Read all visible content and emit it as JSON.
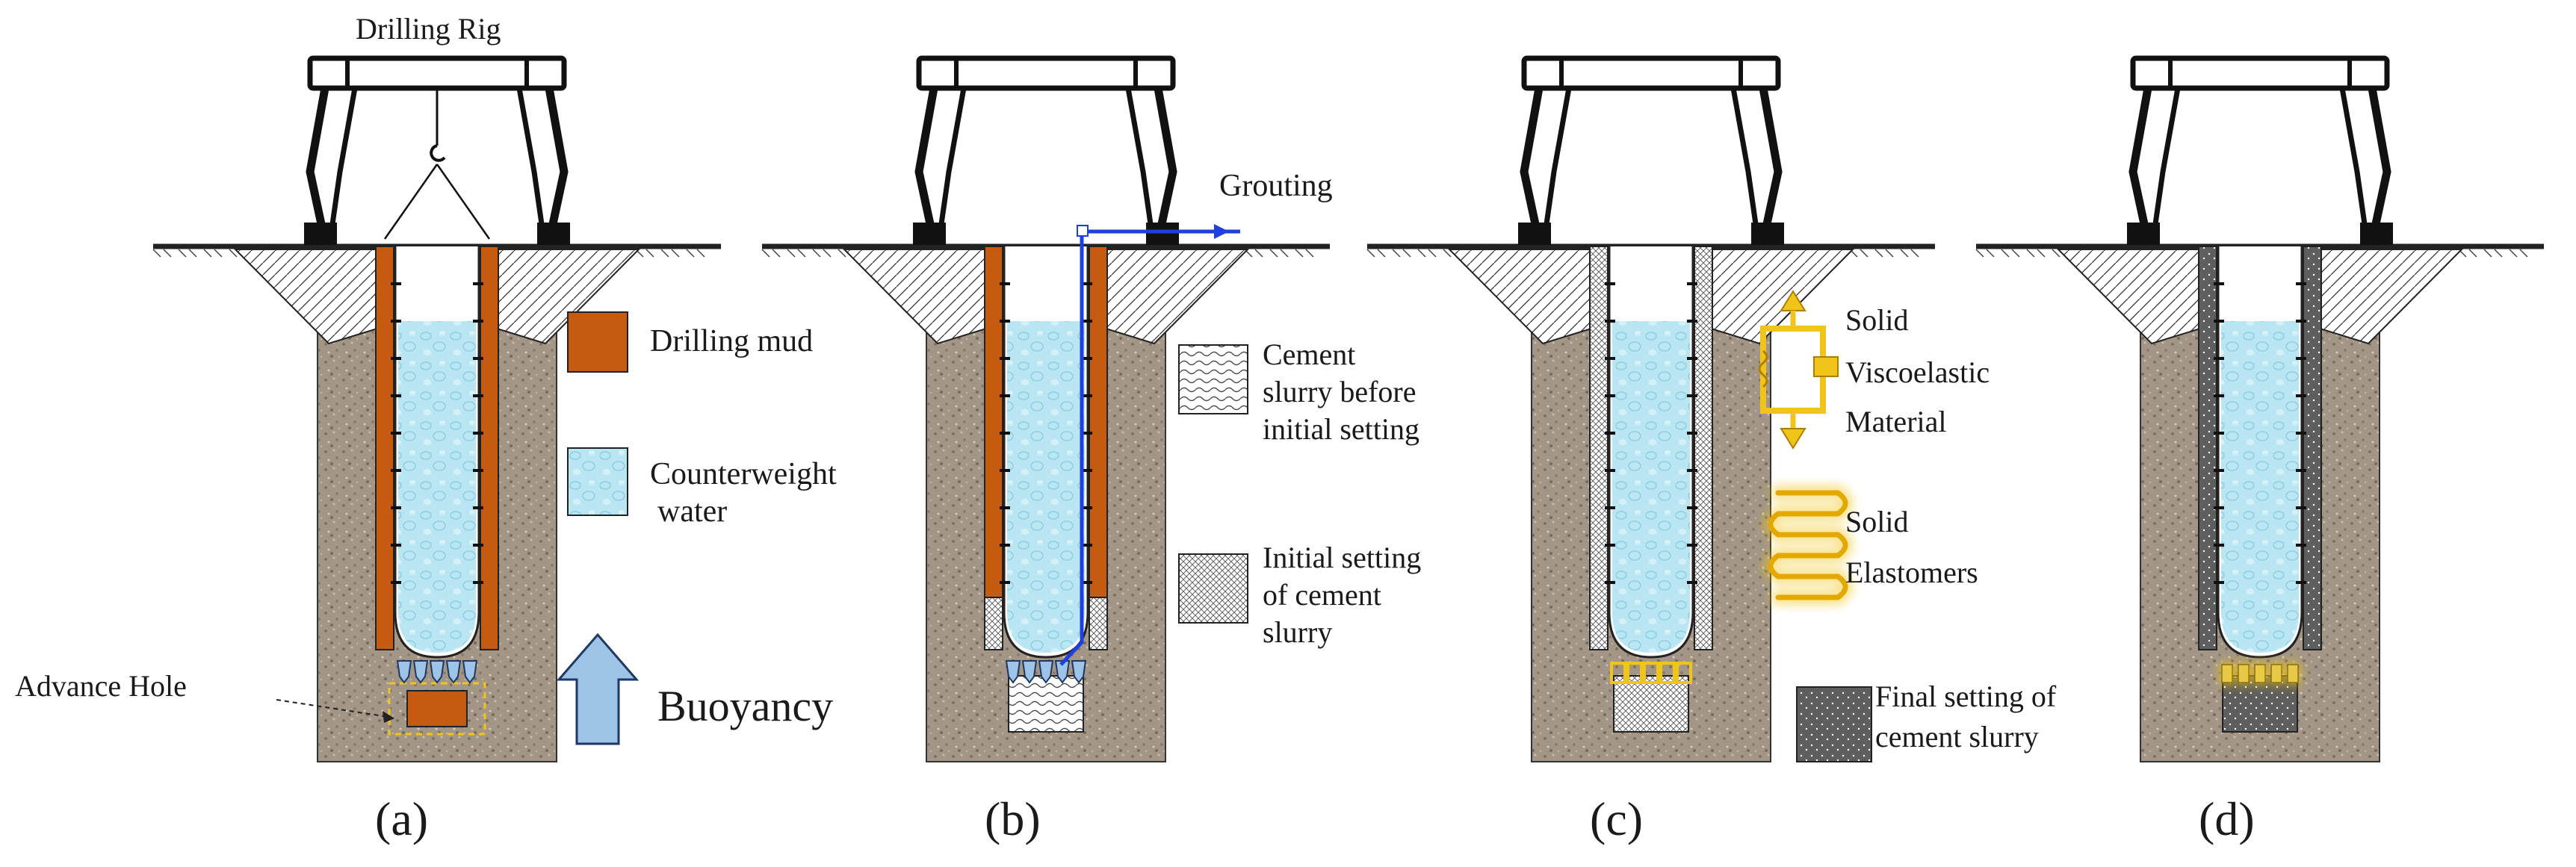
{
  "panels": [
    {
      "id": "a",
      "caption": "(a)"
    },
    {
      "id": "b",
      "caption": "(b)"
    },
    {
      "id": "c",
      "caption": "(c)"
    },
    {
      "id": "d",
      "caption": "(d)"
    }
  ],
  "labels": {
    "drilling_rig": "Drilling Rig",
    "grouting": "Grouting",
    "advance_hole": "Advance Hole",
    "buoyancy": "Buoyancy"
  },
  "legend": {
    "drilling_mud": "Drilling mud",
    "counterweight_water": [
      "Counterweight",
      "water"
    ],
    "cement_before": [
      "Cement",
      "slurry before",
      "initial setting"
    ],
    "cement_initial": [
      "Initial setting",
      "of cement",
      "slurry"
    ],
    "viscoelastic": [
      "Solid",
      "Viscoelastic",
      "Material"
    ],
    "elastomers": [
      "Solid",
      "Elastomers"
    ],
    "cement_final": [
      "Final setting of",
      "cement slurry"
    ]
  },
  "colors": {
    "soil": "#a39686",
    "mud": "#c55a11",
    "water": "#b9e6f2",
    "grout_line": "#1f3fe0",
    "elastomer": "#f0c419",
    "final_cement": "#5e5e5e",
    "buoyancy_arrow": "#9dc3e6"
  }
}
